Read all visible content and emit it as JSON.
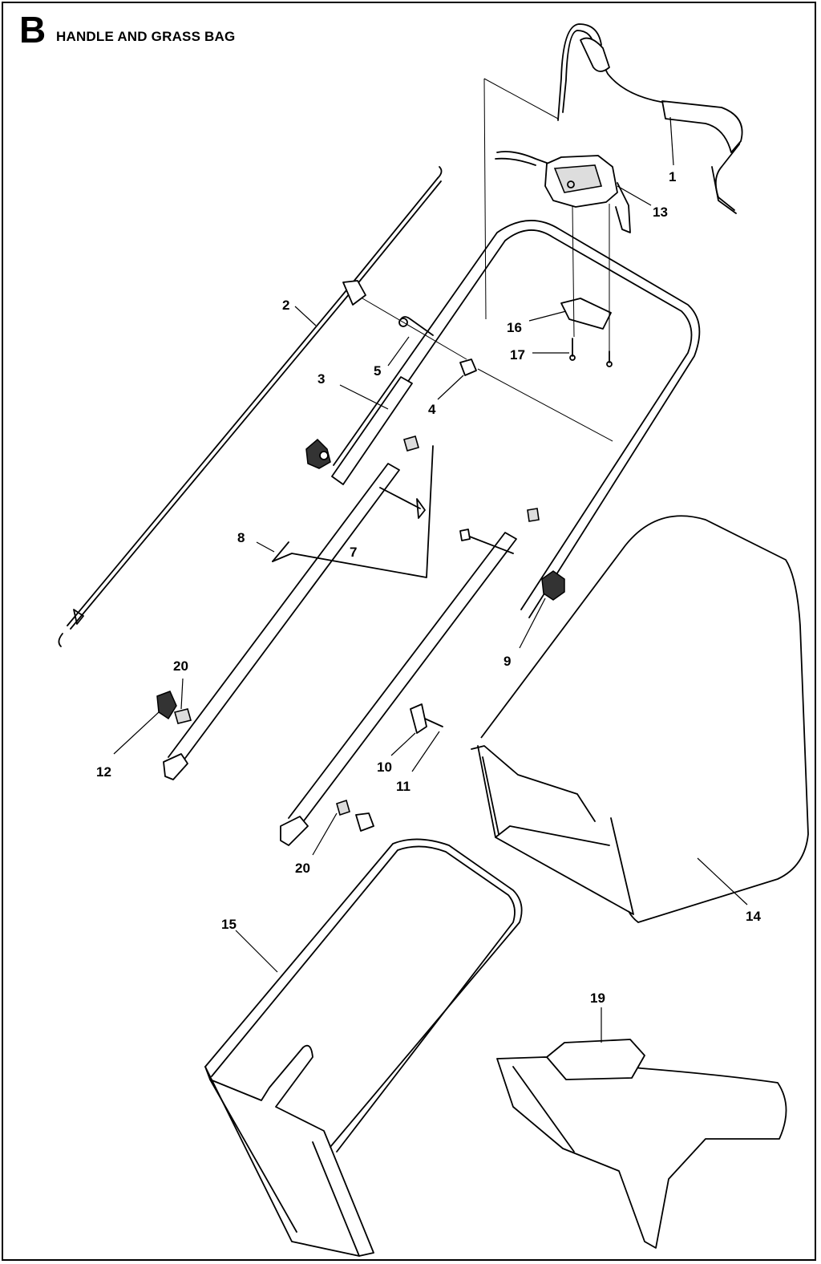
{
  "header": {
    "section_letter": "B",
    "title": "HANDLE AND GRASS BAG"
  },
  "callouts": {
    "c1": "1",
    "c2": "2",
    "c3": "3",
    "c4": "4",
    "c5": "5",
    "c7": "7",
    "c8": "8",
    "c9": "9",
    "c10": "10",
    "c11": "11",
    "c12": "12",
    "c13": "13",
    "c14": "14",
    "c15": "15",
    "c16": "16",
    "c17": "17",
    "c19": "19",
    "c20a": "20",
    "c20b": "20"
  }
}
